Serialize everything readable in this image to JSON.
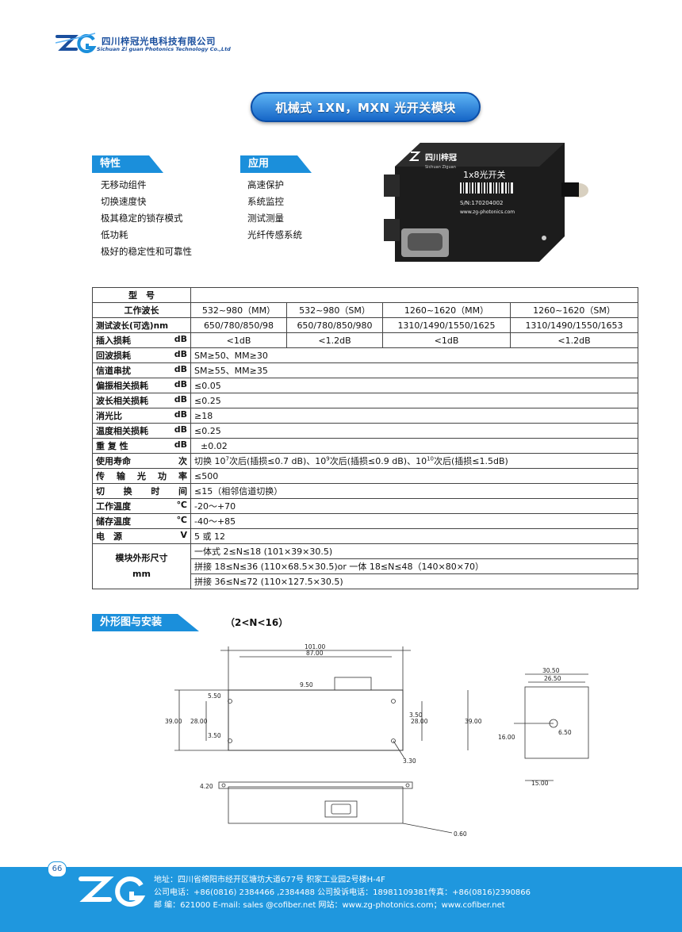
{
  "header": {
    "company_cn": "四川梓冠光电科技有限公司",
    "company_en": "Sichuan Zi guan Photonics Technology Co.,Ltd",
    "logo_text": "ZG"
  },
  "title": "机械式 1XN，MXN 光开关模块",
  "features": {
    "heading": "特性",
    "items": [
      "无移动组件",
      "切换速度快",
      "极其稳定的锁存模式",
      "低功耗",
      "极好的稳定性和可靠性"
    ]
  },
  "applications": {
    "heading": "应用",
    "items": [
      "高速保护",
      "系统监控",
      "测试测量",
      "光纤传感系统"
    ]
  },
  "device": {
    "brand": "四川梓冠",
    "brand_en": "Sichuan Ziguan",
    "model": "1x8光开关",
    "serial": "S/N:170204002",
    "website": "www.zg-photonics.com"
  },
  "spec": {
    "model_label": "型　号",
    "rows4": [
      {
        "name": "工作波长",
        "unit": "",
        "values": [
          "532~980（MM）",
          "532~980（SM）",
          "1260~1620（MM）",
          "1260~1620（SM）"
        ]
      },
      {
        "name": "测试波长(可选)nm",
        "unit": "",
        "values": [
          "650/780/850/98",
          "650/780/850/980",
          "1310/1490/1550/1625",
          "1310/1490/1550/1653"
        ]
      },
      {
        "name": "插入损耗",
        "unit": "dB",
        "values": [
          "<1dB",
          "<1.2dB",
          "<1dB",
          "<1.2dB"
        ]
      }
    ],
    "rows1": [
      {
        "name": "回波损耗",
        "unit": "dB",
        "value": "SM≥50、MM≥30"
      },
      {
        "name": "信道串扰",
        "unit": "dB",
        "value": "SM≥55、MM≥35"
      },
      {
        "name": "偏振相关损耗",
        "unit": "dB",
        "value": "≤0.05"
      },
      {
        "name": "波长相关损耗",
        "unit": "dB",
        "value": "≤0.25"
      },
      {
        "name": "消光比",
        "unit": "dB",
        "value": "≥18"
      },
      {
        "name": "温度相关损耗",
        "unit": "dB",
        "value": "≤0.25"
      },
      {
        "name": "重 复 性",
        "unit": "dB",
        "value": "±0.02"
      }
    ],
    "life": {
      "name": "使用寿命",
      "unit": "次",
      "p1": "切换 10",
      "e1": "7",
      "p2": "次后(插损≤0.7 dB)、10",
      "e2": "9",
      "p3": "次后(插损≤0.9 dB)、10",
      "e3": "10",
      "p4": "次后(插损≤1.5dB)"
    },
    "rows2": [
      {
        "name_chars": [
          "传",
          "输",
          "光",
          "功",
          "率"
        ],
        "value": "≤500"
      },
      {
        "name_chars": [
          "切",
          "换",
          "时",
          "间"
        ],
        "value": "≤15（相邻信道切换）"
      }
    ],
    "rows3": [
      {
        "name": "工作温度",
        "unit": "℃",
        "value": "-20～+70"
      },
      {
        "name": "储存温度",
        "unit": "℃",
        "value": "-40～+85"
      },
      {
        "name": "电　源",
        "unit": "V",
        "value": "5 或 12"
      }
    ],
    "size": {
      "name": "模块外形尺寸",
      "unit": "mm",
      "values": [
        "一体式 2≤N≤18 (101×39×30.5)",
        "拼接 18≤N≤36 (110×68.5×30.5)or 一体 18≤N≤48（140×80×70）",
        "拼接 36≤N≤72 (110×127.5×30.5)"
      ]
    }
  },
  "drawing": {
    "heading": "外形图与安装",
    "subtitle": "（2<N<16）",
    "dims": {
      "d101": "101.00",
      "d87": "87.00",
      "d950": "9.50",
      "d550": "5.50",
      "d39a": "39.00",
      "d28a": "28.00",
      "d350a": "3.50",
      "d350b": "3.50",
      "d28b": "28.00",
      "d39b": "39.00",
      "d330": "3.30",
      "d420": "4.20",
      "d060": "0.60",
      "d3050": "30.50",
      "d2650": "26.50",
      "d16": "16.00",
      "d650": "6.50",
      "d15": "15.00"
    }
  },
  "footer": {
    "page": "66",
    "logo_text": "ZG",
    "address": "地址：四川省绵阳市经开区塘坊大道677号 积家工业园2号楼H-4F",
    "phone": "公司电话：+86(0816) 2384466 ,2384488   公司投诉电话：18981109381传真：+86(0816)2390866",
    "post": "邮  编：621000  E-mail: sales @cofiber.net        网站：www.zg-photonics.com；www.cofiber.net"
  },
  "colors": {
    "brand_blue": "#1b8fdb",
    "dark_blue": "#1a4f9e",
    "footer_blue": "#1f97de"
  }
}
